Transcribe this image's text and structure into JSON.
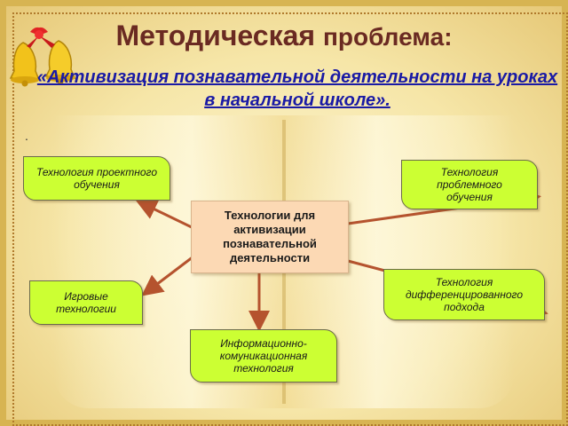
{
  "title": {
    "word1": "Методическая",
    "word2": "проблема",
    "colon": ":"
  },
  "subtitle": "«Активизация познавательной деятельности на уроках в начальной школе».",
  "bullet": ".",
  "center_node": "Технологии для активизации познавательной деятельности",
  "nodes": {
    "project": "Технология проектного обучения",
    "problem": "Технология проблемного обучения",
    "game": "Игровые технологии",
    "differentiated": "Технология дифференцированного подхода",
    "ict": "Информационно-комуникационная технология"
  },
  "colors": {
    "box": "#ccff33",
    "center": "#fcd9b4",
    "arrow": "#b5532e",
    "title": "#6a2a22",
    "subtitle": "#1a1aa5"
  },
  "icons": [
    "bells-icon"
  ]
}
